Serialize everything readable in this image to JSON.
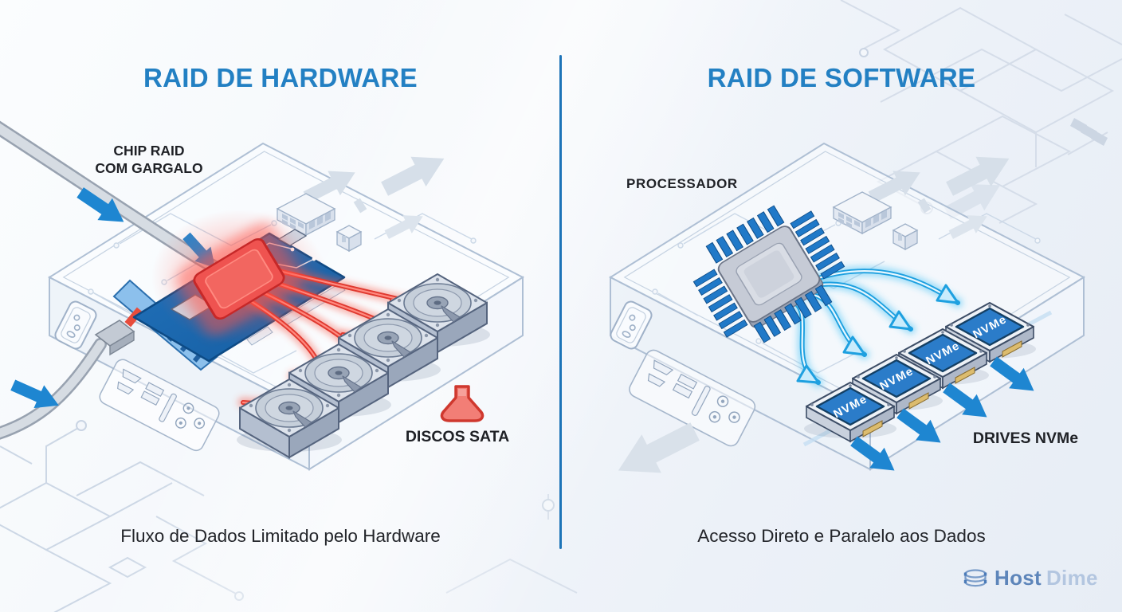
{
  "left": {
    "title": "RAID DE HARDWARE",
    "chip_label_line1": "CHIP RAID",
    "chip_label_line2": "COM GARGALO",
    "disks_label": "DISCOS SATA",
    "caption": "Fluxo de Dados Limitado pelo Hardware"
  },
  "right": {
    "title": "RAID DE SOFTWARE",
    "cpu_label": "PROCESSADOR",
    "drives_label": "DRIVES NVMe",
    "nvme_badge": "NVMe",
    "caption": "Acesso Direto e Paralelo aos Dados"
  },
  "brand": {
    "host": "Host",
    "dime": "Dime"
  },
  "icons": {
    "bottleneck": "red-funnel-icon",
    "brand_mark": "disk-stack-icon",
    "flow": "arrow-icons"
  },
  "colors": {
    "title_blue": "#2380c3",
    "divider_blue": "#1d74b8",
    "bottleneck_red": "#e0392f",
    "chip_red": "#ef5350",
    "card_blue": "#1e6fb8",
    "flow_blue": "#1ea0e0",
    "solid_arrow_blue": "#1e86d1",
    "nvme_top_blue": "#2b7cc9",
    "brand_host": "#5d85ba",
    "brand_dime": "#b3c6e0"
  }
}
